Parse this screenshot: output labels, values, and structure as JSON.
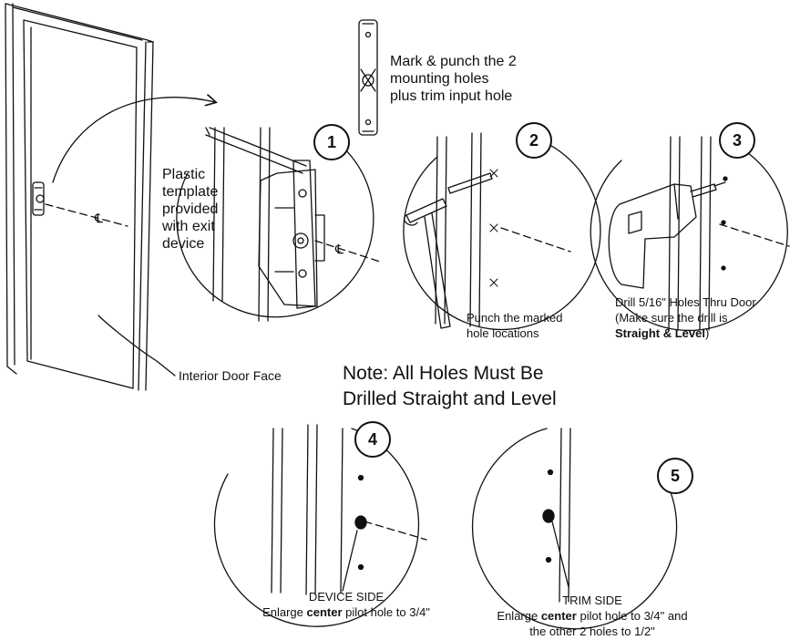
{
  "steps": [
    "1",
    "2",
    "3",
    "4",
    "5"
  ],
  "template_note": [
    "Mark & punch the 2",
    "mounting holes",
    "plus trim input hole"
  ],
  "plastic_template": [
    "Plastic",
    "template",
    "provided",
    "with exit",
    "device"
  ],
  "interior_door_face": "Interior Door Face",
  "punch_label": [
    "Punch the marked",
    "hole locations"
  ],
  "drill_label": {
    "line1": "Drill 5/16\" Holes Thru Door",
    "line2": "(Make sure the drill is",
    "bold": "Straight & Level",
    "end": ")"
  },
  "note": [
    "Note: All Holes Must Be",
    "Drilled Straight and Level"
  ],
  "device_side": {
    "title": "DEVICE SIDE",
    "pre": "Enlarge ",
    "bold": "center",
    "post": " pilot hole to 3/4\""
  },
  "trim_side": {
    "title": "TRIM SIDE",
    "pre": "Enlarge ",
    "bold": "center",
    "post": " pilot hole to 3/4\" and",
    "line3": "the other 2 holes to 1/2\""
  },
  "centerline_symbol": "℄"
}
